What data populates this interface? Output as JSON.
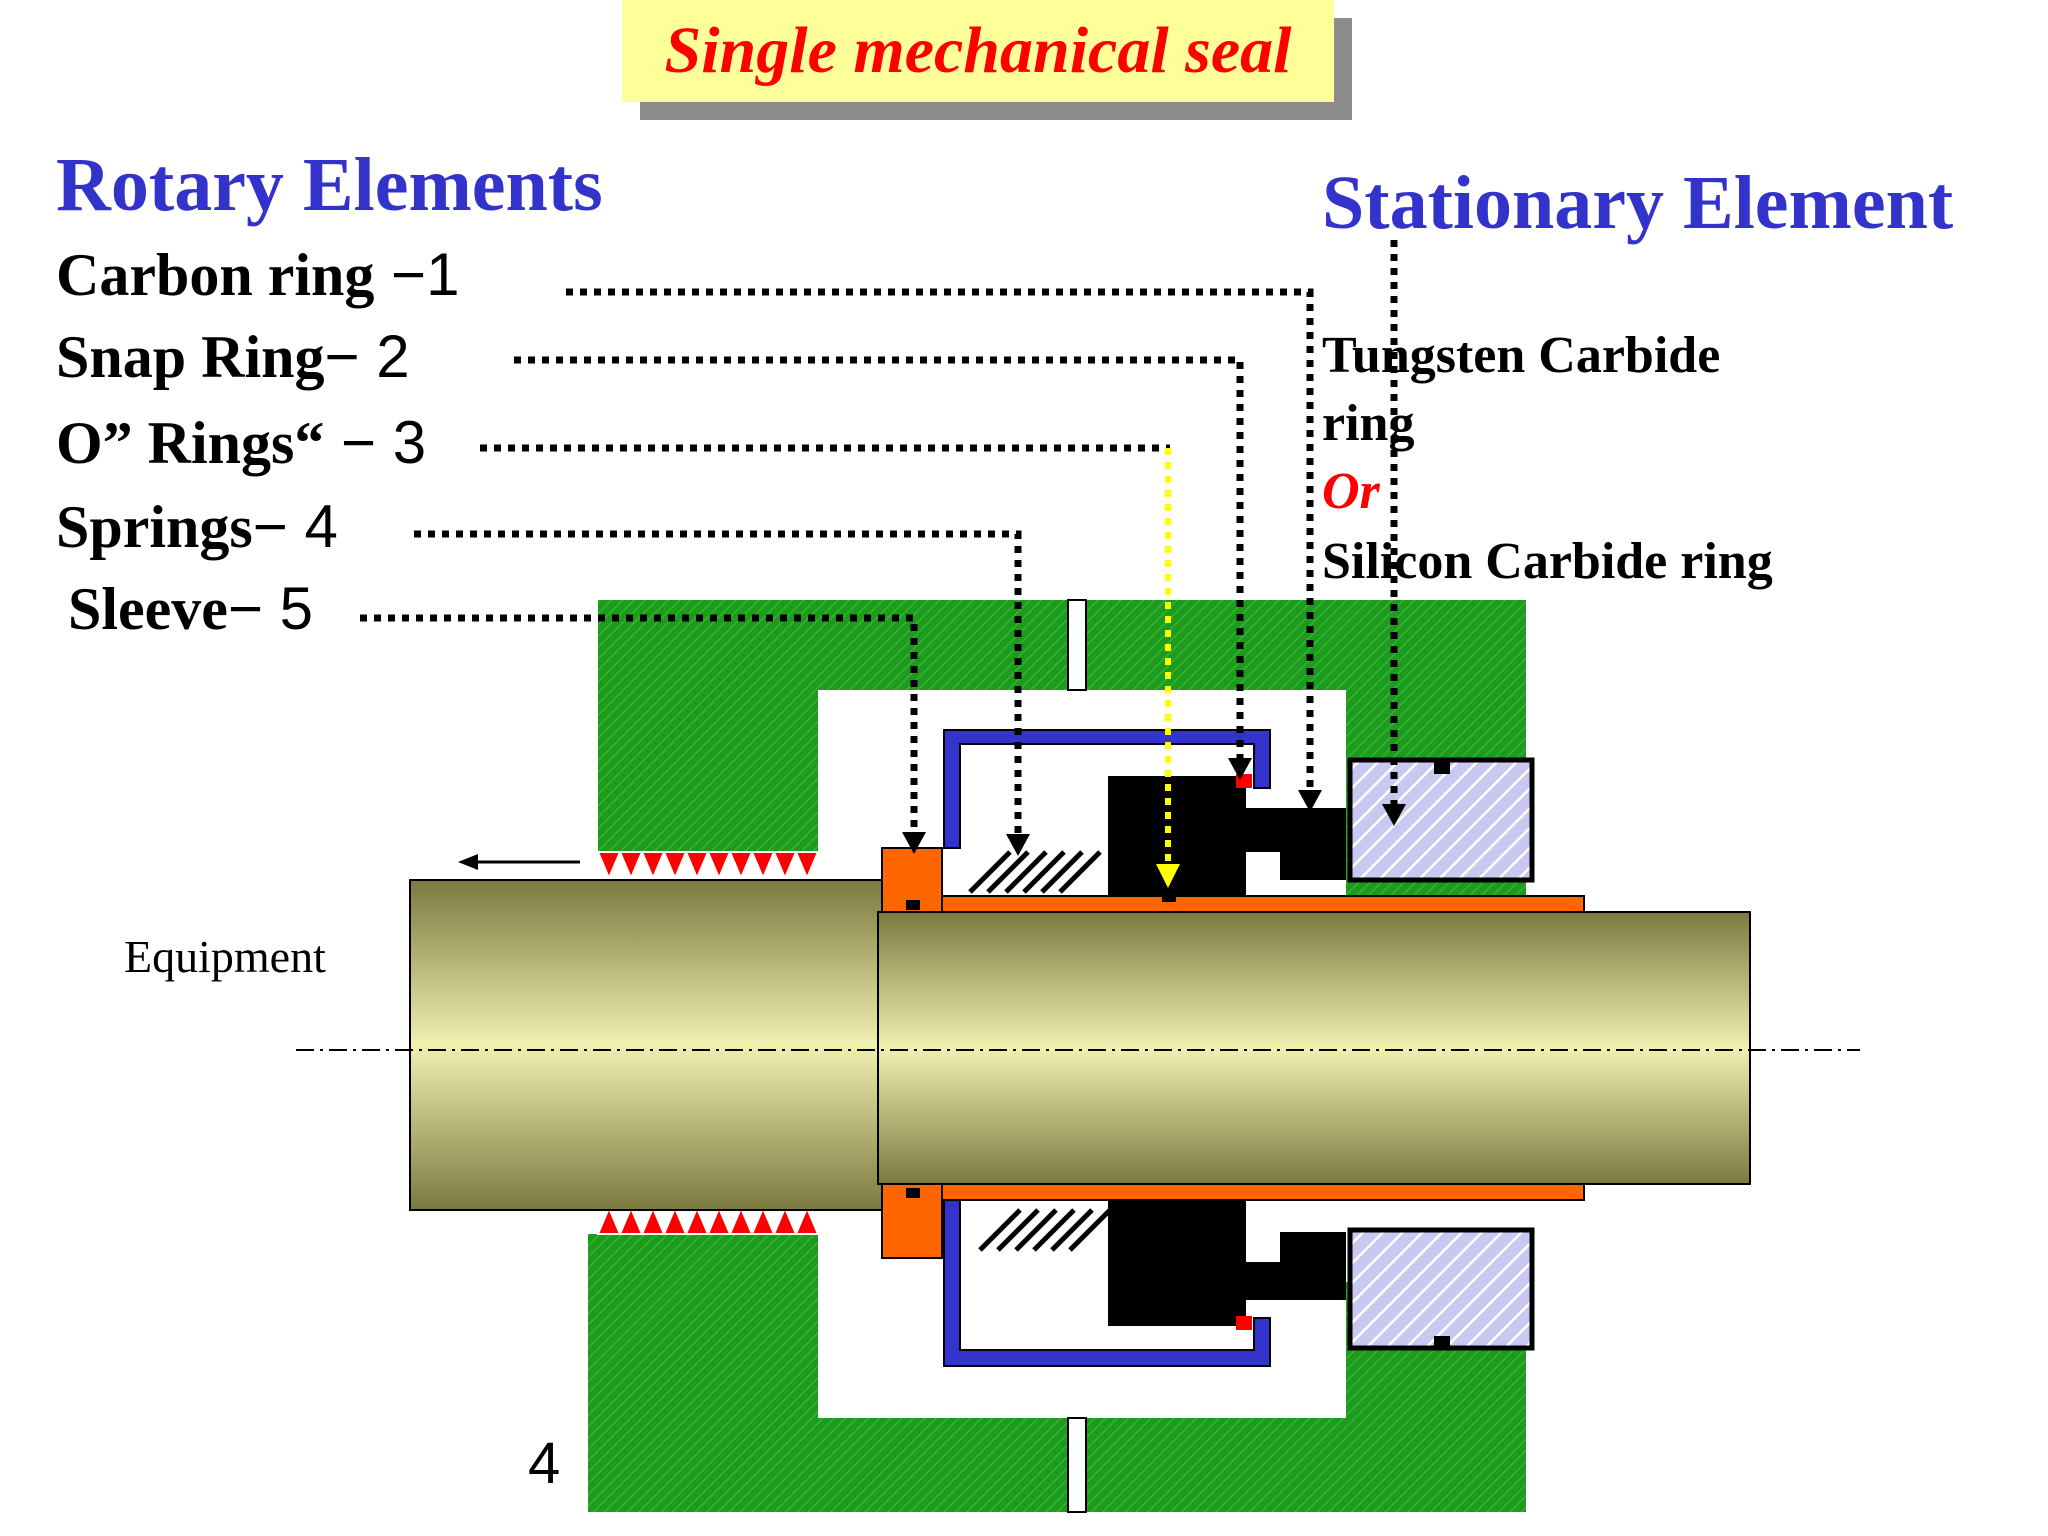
{
  "title": "Single mechanical seal",
  "rotary": {
    "heading": "Rotary Elements",
    "items": [
      {
        "name": "Carbon ring",
        "sep": " −1"
      },
      {
        "name": "Snap Ring",
        "sep": "− 2"
      },
      {
        "name": "O” Rings“",
        "sep": " − 3"
      },
      {
        "name": "Springs",
        "sep": "− 4"
      },
      {
        "name": "Sleeve",
        "sep": "− 5"
      }
    ]
  },
  "stationary": {
    "heading": "Stationary Element",
    "line1": "Tungsten Carbide",
    "line2": "ring",
    "or": "Or",
    "line3": "Silicon Carbide ring"
  },
  "equipment_label": "Equipment",
  "page_number": "4",
  "colors": {
    "housing": "#1e9a1e",
    "spring_holder": "#3333cc",
    "sleeve": "#ff6600",
    "carbon_ring": "#000000",
    "seat_fill": "#c8c8f0",
    "shaft_light": "#f0f0b0",
    "shaft_dark": "#7a7a40",
    "leader_black": "#000000",
    "leader_yellow": "#ffff00",
    "heading_blue": "#3333cc",
    "title_red": "#ff0000"
  }
}
